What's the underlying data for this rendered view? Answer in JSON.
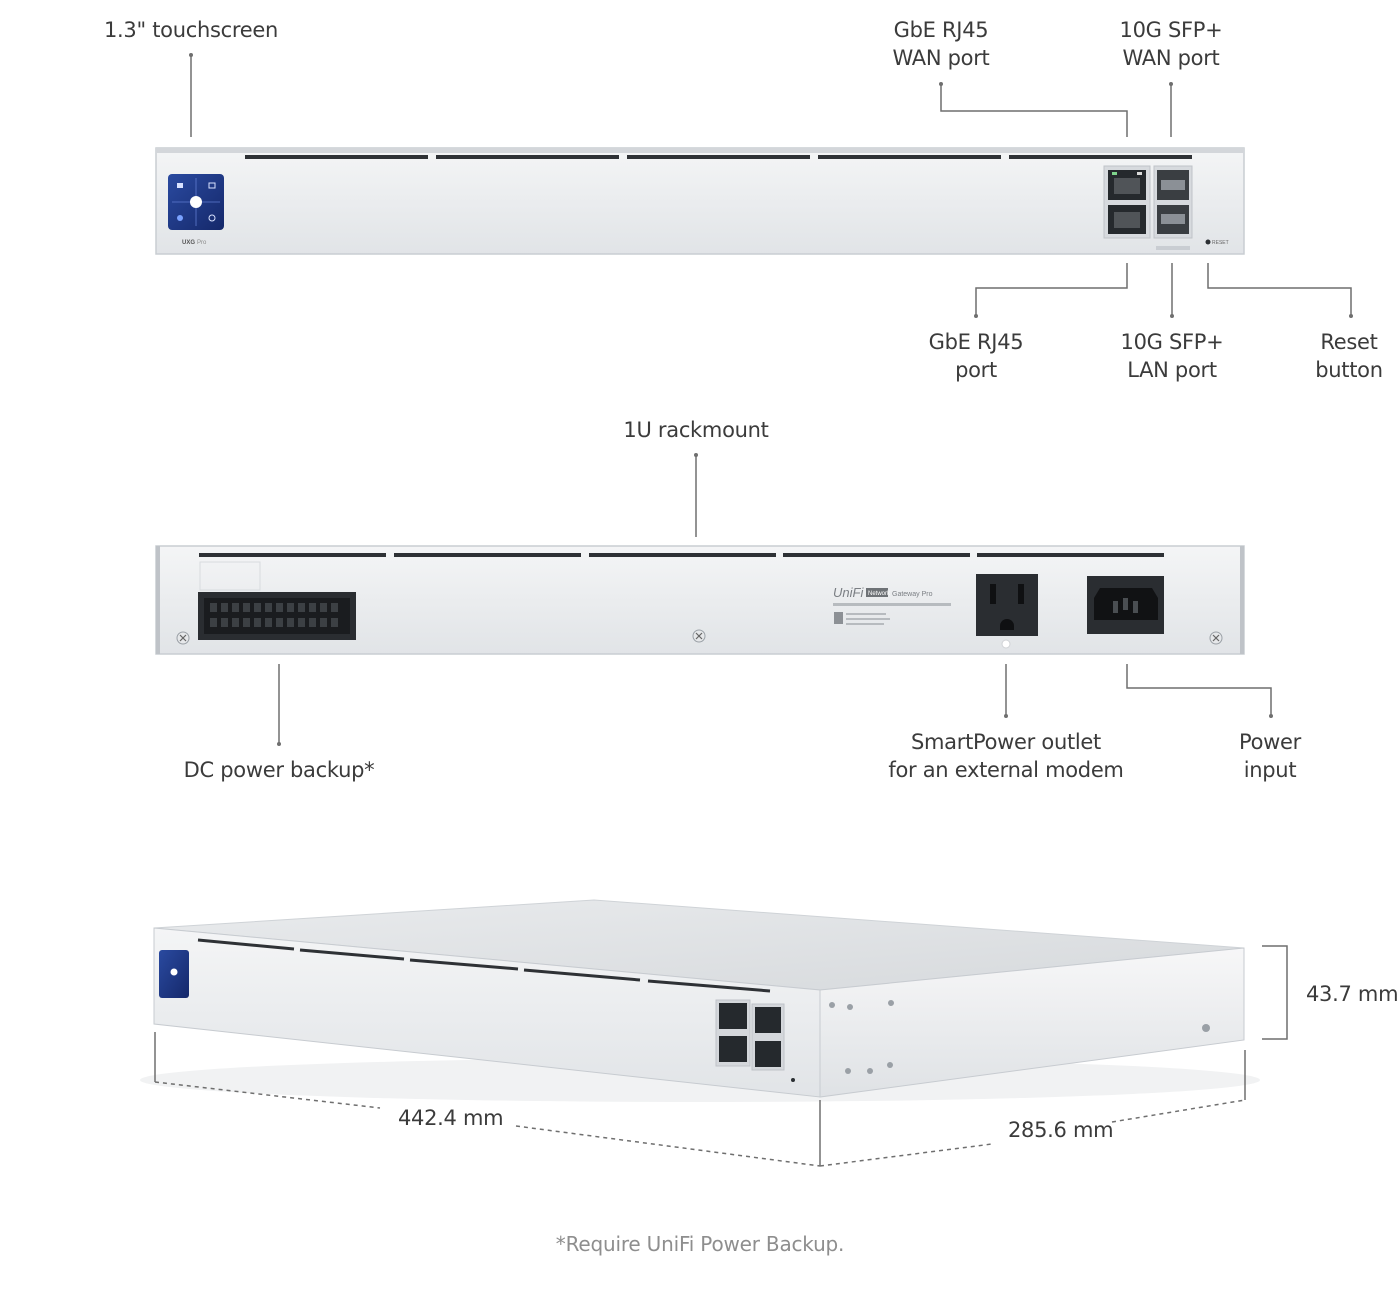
{
  "front": {
    "touchscreen": "1.3\" touchscreen",
    "gbe_wan": [
      "GbE RJ45",
      "WAN port"
    ],
    "sfp_wan": [
      "10G SFP+",
      "WAN port"
    ],
    "gbe_port": [
      "GbE RJ45",
      "port"
    ],
    "sfp_lan": [
      "10G SFP+",
      "LAN port"
    ],
    "reset": [
      "Reset",
      "button"
    ],
    "model_badge": "UXG",
    "model_suffix": "Pro",
    "reset_mark": "RESET"
  },
  "rear": {
    "rackmount": "1U rackmount",
    "dc_backup": "DC power backup*",
    "smartpower": [
      "SmartPower outlet",
      "for an external modem"
    ],
    "power_input": [
      "Power",
      "input"
    ],
    "brand": "UniFi",
    "brand_tag": "Network",
    "brand_model": "Gateway Pro"
  },
  "dimensions": {
    "width": "442.4 mm",
    "depth": "285.6 mm",
    "height": "43.7 mm"
  },
  "footnote": "*Require UniFi Power Backup.",
  "colors": {
    "chassis": "#eceef0",
    "chassis_edge": "#c9cdd2",
    "screen": "#1f3d8a",
    "port": "#2b2f33",
    "leader": "#6f6f6f"
  }
}
